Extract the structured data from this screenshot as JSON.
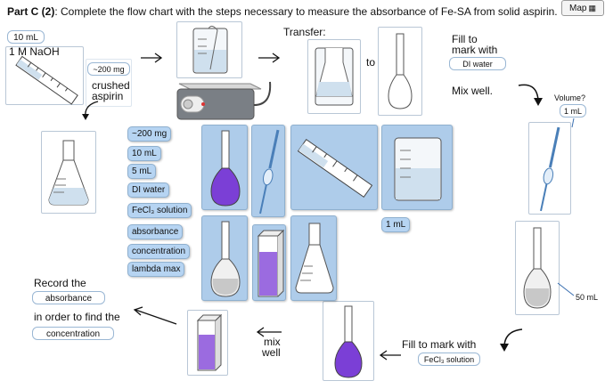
{
  "title": {
    "part": "Part C (2)",
    "text": ": Complete the flow chart with the steps necessary to measure the absorbance of Fe-SA from solid aspirin."
  },
  "map_label": "Map",
  "start": {
    "volume": "10 mL",
    "reagent": "1 M NaOH",
    "mass_chip": "~200 mg",
    "solid_line1": "crushed",
    "solid_line2": "aspirin"
  },
  "transfer": {
    "label": "Transfer:",
    "to": "to"
  },
  "fill": {
    "line1": "Fill to",
    "line2": "mark with",
    "value": "DI water"
  },
  "mix_well": "Mix well.",
  "volume_q": {
    "label": "Volume?",
    "value": "1 mL"
  },
  "chips": [
    "~200 mg",
    "10 mL",
    "5 mL",
    "DI water",
    "FeCl₃ solution",
    "absorbance",
    "concentration",
    "lambda max"
  ],
  "chip_1ml": "1 mL",
  "flask_50": "50 mL",
  "fill2": {
    "line": "Fill to mark with",
    "value": "FeCl₃ solution"
  },
  "mix_well2": {
    "line1": "mix",
    "line2": "well"
  },
  "record": {
    "line1": "Record the",
    "value1": "absorbance",
    "line2": "in order to find the",
    "value2": "concentration"
  },
  "colors": {
    "tile_blue": "#aeccea",
    "chip_blue": "#b6d4f2",
    "purple": "#7b3fd6"
  }
}
